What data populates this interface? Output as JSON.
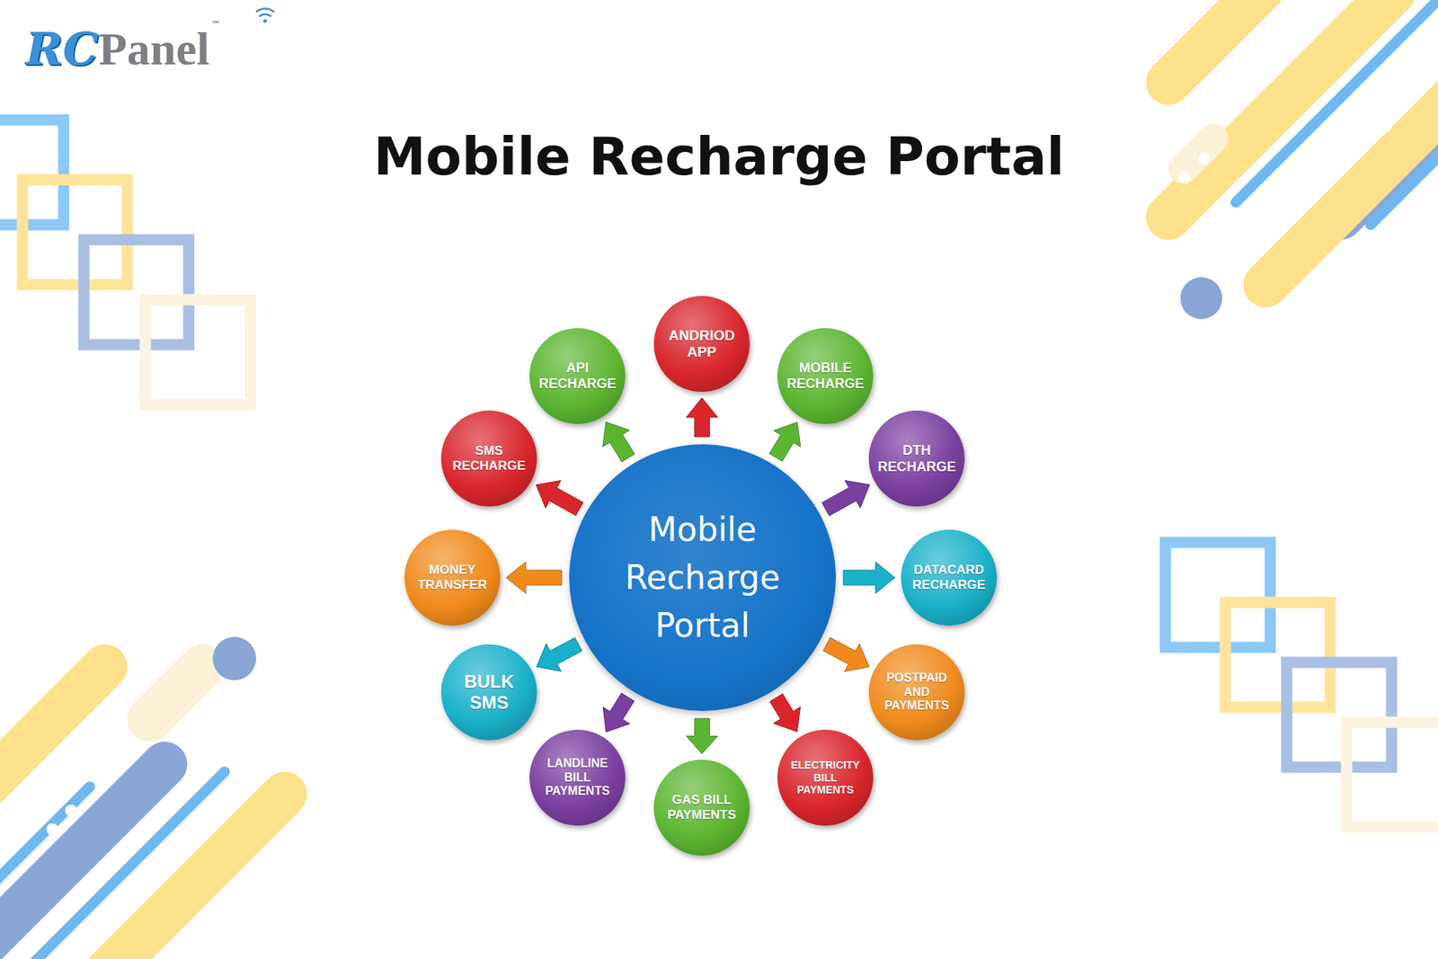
{
  "diagram": {
    "title": "Mobile Recharge Portal",
    "nodes": [
      {
        "text": [
          "Mobile Recharge Portal"
        ]
      },
      {
        "text": [
          "ANDRIOD APP"
        ]
      },
      {
        "text": [
          "MOBILE RECHARGE"
        ]
      },
      {
        "text": [
          "DTH RECHARGE"
        ]
      },
      {
        "text": [
          "DATACARD RECHARGE"
        ]
      },
      {
        "text": [
          "POSTPAID AND PAYMENTS"
        ]
      },
      {
        "text": [
          "ELECTRICITY BILL PAYMENTS"
        ]
      },
      {
        "text": [
          "GAS BILL PAYMENTS"
        ]
      },
      {
        "text": [
          "LANDLINE BILL PAYMENTS"
        ]
      },
      {
        "text": [
          "BULK SMS"
        ]
      },
      {
        "text": [
          "MONEY TRANSFER"
        ]
      },
      {
        "text": [
          "SMS RECHARGE"
        ]
      },
      {
        "text": [
          "API RECHARGE"
        ]
      }
    ],
    "edges": [
      {
        "from": 0,
        "to": 1,
        "arrow": "to"
      },
      {
        "from": 0,
        "to": 2,
        "arrow": "to"
      },
      {
        "from": 0,
        "to": 3,
        "arrow": "to"
      },
      {
        "from": 0,
        "to": 4,
        "arrow": "to"
      },
      {
        "from": 0,
        "to": 5,
        "arrow": "to"
      },
      {
        "from": 0,
        "to": 6,
        "arrow": "to"
      },
      {
        "from": 0,
        "to": 7,
        "arrow": "to"
      },
      {
        "from": 0,
        "to": 8,
        "arrow": "to"
      },
      {
        "from": 0,
        "to": 9,
        "arrow": "to"
      },
      {
        "from": 0,
        "to": 10,
        "arrow": "to"
      },
      {
        "from": 0,
        "to": 11,
        "arrow": "to"
      },
      {
        "from": 0,
        "to": 12,
        "arrow": "to"
      }
    ],
    "labels": [
      "RC",
      "Panel",
      "™"
    ]
  }
}
